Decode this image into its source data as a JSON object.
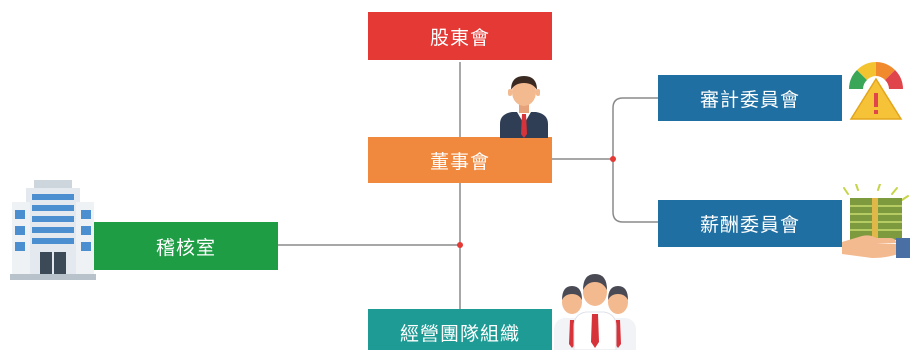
{
  "org_chart": {
    "nodes": [
      {
        "id": "shareholders",
        "label": "股東會",
        "color": "#e53935"
      },
      {
        "id": "board",
        "label": "董事會",
        "color": "#f0883e"
      },
      {
        "id": "audit_committee",
        "label": "審計委員會",
        "color": "#1f6fa3"
      },
      {
        "id": "remuneration_committee",
        "label": "薪酬委員會",
        "color": "#1f6fa3"
      },
      {
        "id": "internal_audit",
        "label": "稽核室",
        "color": "#1e9d45"
      },
      {
        "id": "management_team",
        "label": "經營團隊組織",
        "color": "#1f9b95"
      }
    ],
    "edges": [
      [
        "shareholders",
        "board"
      ],
      [
        "board",
        "audit_committee"
      ],
      [
        "board",
        "remuneration_committee"
      ],
      [
        "board",
        "internal_audit"
      ],
      [
        "board",
        "management_team"
      ]
    ],
    "line_color": "#8a8a8a",
    "junction_color": "#e53935",
    "icons": [
      "building-icon",
      "businessman-icon",
      "warning-gauge-icon",
      "money-hand-icon",
      "team-icon"
    ]
  }
}
